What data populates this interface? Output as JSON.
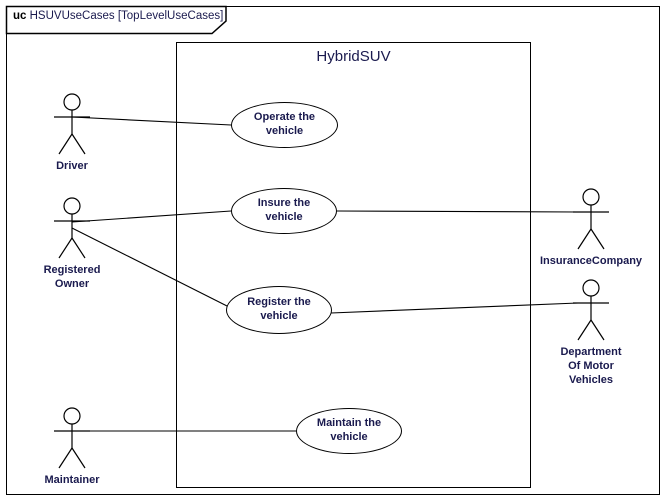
{
  "frame": {
    "keyword": "uc",
    "name": "HSUVUseCases",
    "qualifier": "[TopLevelUseCases]",
    "label_full": "uc HSUVUseCases [TopLevelUseCases]"
  },
  "system": {
    "title": "HybridSUV"
  },
  "colors": {
    "text": "#1a1a4e",
    "line": "#000000",
    "background": "#ffffff"
  },
  "use_cases": [
    {
      "id": "operate",
      "label": "Operate the vehicle",
      "line1": "Operate the",
      "line2": "vehicle"
    },
    {
      "id": "insure",
      "label": "Insure the vehicle",
      "line1": "Insure the",
      "line2": "vehicle"
    },
    {
      "id": "register",
      "label": "Register the vehicle",
      "line1": "Register the",
      "line2": "vehicle"
    },
    {
      "id": "maintain",
      "label": "Maintain the vehicle",
      "line1": "Maintain the",
      "line2": "vehicle"
    }
  ],
  "actors": [
    {
      "id": "driver",
      "label": "Driver",
      "line1": "Driver",
      "line2": "",
      "line3": ""
    },
    {
      "id": "registered-owner",
      "label": "Registered Owner",
      "line1": "Registered",
      "line2": "Owner",
      "line3": ""
    },
    {
      "id": "maintainer",
      "label": "Maintainer",
      "line1": "Maintainer",
      "line2": "",
      "line3": ""
    },
    {
      "id": "insurance-company",
      "label": "InsuranceCompany",
      "line1": "InsuranceCompany",
      "line2": "",
      "line3": ""
    },
    {
      "id": "dmv",
      "label": "Department Of Motor Vehicles",
      "line1": "Department",
      "line2": "Of Motor",
      "line3": "Vehicles"
    }
  ],
  "associations": [
    {
      "from": "driver",
      "to": "operate"
    },
    {
      "from": "registered-owner",
      "to": "insure"
    },
    {
      "from": "registered-owner",
      "to": "register"
    },
    {
      "from": "insure",
      "to": "insurance-company"
    },
    {
      "from": "register",
      "to": "dmv"
    },
    {
      "from": "maintainer",
      "to": "maintain"
    }
  ]
}
